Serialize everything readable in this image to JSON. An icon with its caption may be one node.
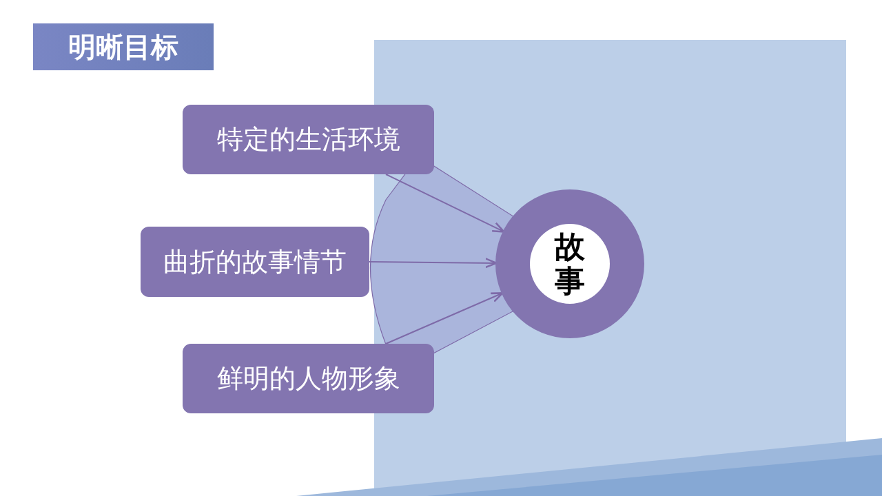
{
  "diagram": {
    "nodes": [
      {
        "text": [
          "明晰目标"
        ]
      },
      {
        "text": [
          "特定的生活环境"
        ]
      },
      {
        "text": [
          "曲折的故事情节"
        ]
      },
      {
        "text": [
          "鲜明的人物形象"
        ]
      },
      {
        "text": [
          "故事"
        ]
      }
    ],
    "edges": [
      {
        "from": 1,
        "to": 4,
        "arrow": "to"
      },
      {
        "from": 2,
        "to": 4,
        "arrow": "to"
      },
      {
        "from": 3,
        "to": 4,
        "arrow": "to"
      }
    ]
  }
}
